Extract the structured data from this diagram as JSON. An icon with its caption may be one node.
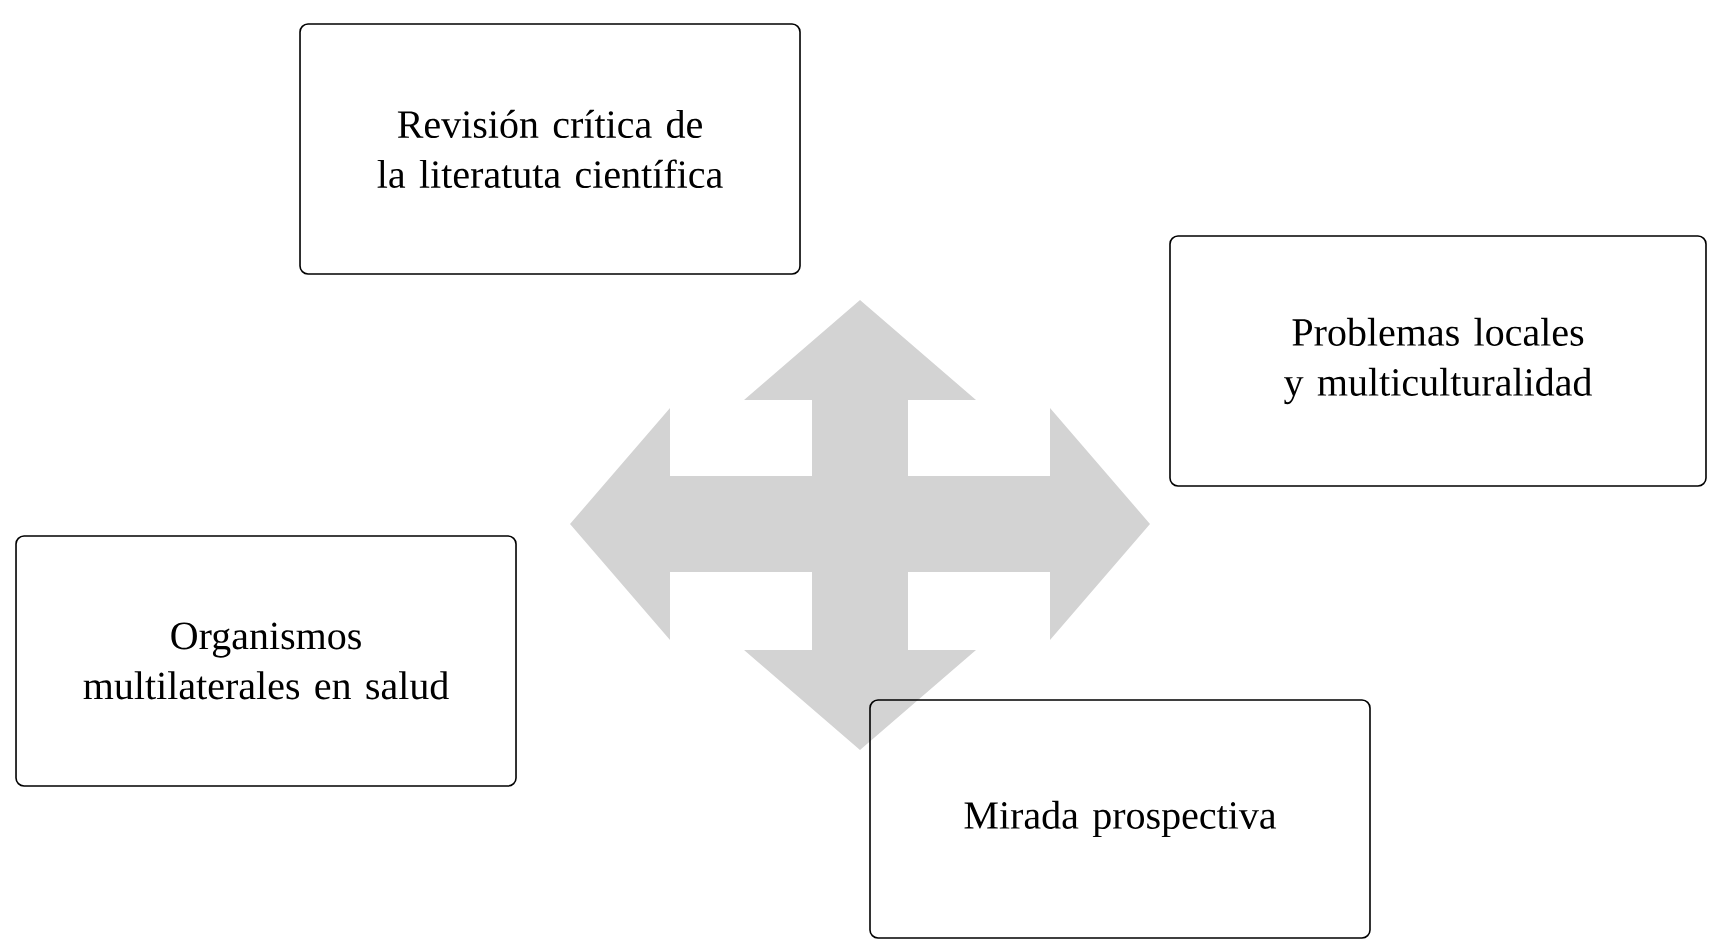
{
  "diagram": {
    "nodes": [
      {
        "text": [
          "Revisión crítica de la literatuta científica"
        ]
      },
      {
        "text": [
          "Problemas locales y multiculturalidad"
        ]
      },
      {
        "text": [
          "Organismos multilaterales en salud"
        ]
      },
      {
        "text": [
          "Mirada prospectiva"
        ]
      }
    ]
  }
}
